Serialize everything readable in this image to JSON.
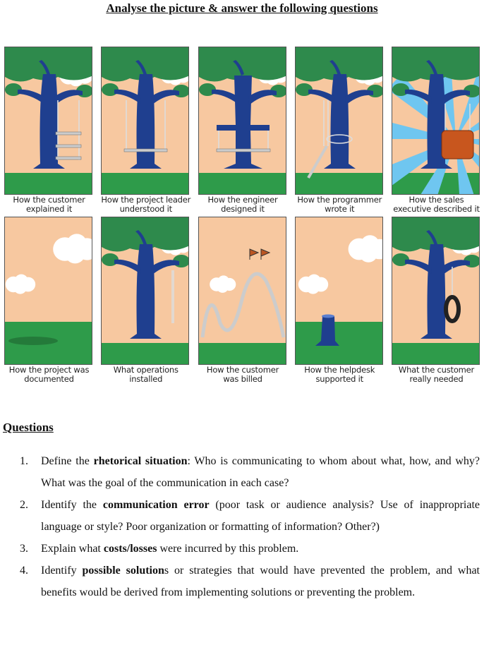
{
  "title": "Analyse the picture & answer the following questions",
  "panels": [
    {
      "caption": "How the customer\nexplained it",
      "scene": "triple-swing"
    },
    {
      "caption": "How the project leader\nunderstood it",
      "scene": "swing-stool"
    },
    {
      "caption": "How the engineer\ndesigned it",
      "scene": "cut-trunk-swing"
    },
    {
      "caption": "How the programmer\nwrote it",
      "scene": "tied-swing"
    },
    {
      "caption": "How the sales\nexecutive described it",
      "scene": "armchair"
    },
    {
      "caption": "How the project was\ndocumented",
      "scene": "empty"
    },
    {
      "caption": "What operations\ninstalled",
      "scene": "rope-only"
    },
    {
      "caption": "How the customer\nwas billed",
      "scene": "rollercoaster"
    },
    {
      "caption": "How the helpdesk\nsupported it",
      "scene": "stump"
    },
    {
      "caption": "What the customer\nreally needed",
      "scene": "tire-swing"
    }
  ],
  "questions_heading": "Questions",
  "questions": [
    {
      "num": "1.",
      "parts": [
        {
          "t": "Define the "
        },
        {
          "t": "rhetorical situation",
          "b": true
        },
        {
          "t": ": Who is communicating to whom about what, how, and why? What was the goal of the communication in each case?"
        }
      ]
    },
    {
      "num": "2.",
      "parts": [
        {
          "t": "Identify the "
        },
        {
          "t": "communication error",
          "b": true
        },
        {
          "t": " (poor task or audience analysis? Use of inappropriate language or style? Poor organization or formatting of information? Other?)"
        }
      ]
    },
    {
      "num": "3.",
      "parts": [
        {
          "t": "Explain what "
        },
        {
          "t": "costs/losses",
          "b": true
        },
        {
          "t": " were incurred by this problem."
        }
      ]
    },
    {
      "num": "4.",
      "parts": [
        {
          "t": "Identify "
        },
        {
          "t": "possible solution",
          "b": true
        },
        {
          "t": "s or strategies that would have prevented the problem, and what benefits would be derived from implementing solutions or preventing the problem."
        }
      ]
    }
  ],
  "colors": {
    "sky": "#f7c8a0",
    "grass": "#2e9b4a",
    "tree": "#1f3f8f",
    "leaves": "#2e8a4c",
    "cloud": "#ffffff"
  }
}
